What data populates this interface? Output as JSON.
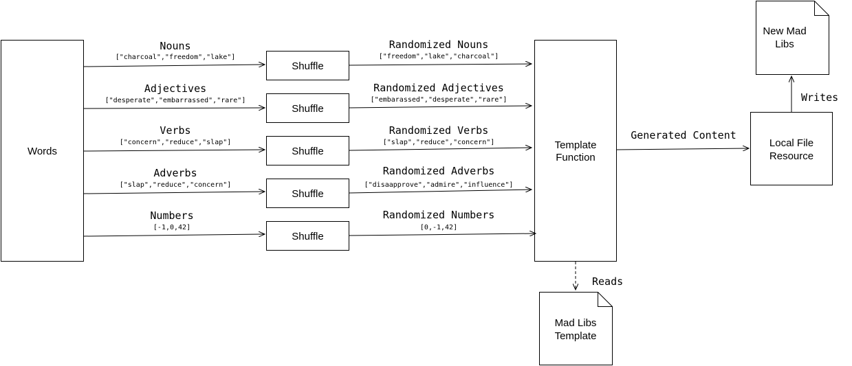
{
  "nodes": {
    "words": "Words",
    "shuffle": "Shuffle",
    "template_function": [
      "Template",
      "Function"
    ],
    "local_file_resource": [
      "Local File",
      "Resource"
    ],
    "new_mad_libs": [
      "New Mad",
      "Libs"
    ],
    "mad_libs_template": [
      "Mad Libs",
      "Template"
    ]
  },
  "inputs": [
    {
      "label": "Nouns",
      "values": "[\"charcoal\",\"freedom\",\"lake\"]"
    },
    {
      "label": "Adjectives",
      "values": "[\"desperate\",\"embarrassed\",\"rare\"]"
    },
    {
      "label": "Verbs",
      "values": "[\"concern\",\"reduce\",\"slap\"]"
    },
    {
      "label": "Adverbs",
      "values": "[\"slap\",\"reduce\",\"concern\"]"
    },
    {
      "label": "Numbers",
      "values": "[-1,0,42]"
    }
  ],
  "outputs": [
    {
      "label": "Randomized Nouns",
      "values": "[\"freedom\",\"lake\",\"charcoal\"]"
    },
    {
      "label": "Randomized Adjectives",
      "values": "[\"embarassed\",\"desperate\",\"rare\"]"
    },
    {
      "label": "Randomized Verbs",
      "values": "[\"slap\",\"reduce\",\"concern\"]"
    },
    {
      "label": "Randomized Adverbs",
      "values": "[\"disaapprove\",\"admire\",\"influence\"]"
    },
    {
      "label": "Randomized Numbers",
      "values": "[0,-1,42]"
    }
  ],
  "edges": {
    "generated_content": "Generated Content",
    "writes": "Writes",
    "reads": "Reads"
  }
}
